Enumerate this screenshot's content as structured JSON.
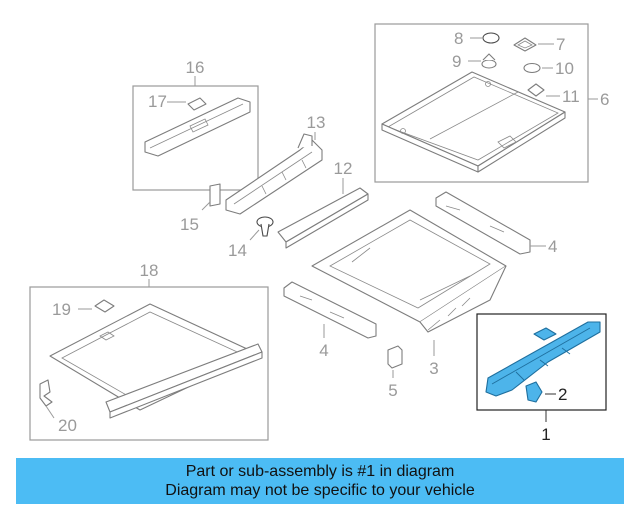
{
  "labels": {
    "p1": "1",
    "p2": "2",
    "p3": "3",
    "p4a": "4",
    "p4b": "4",
    "p5": "5",
    "p6": "6",
    "p7": "7",
    "p8": "8",
    "p9": "9",
    "p10": "10",
    "p11": "11",
    "p12": "12",
    "p13": "13",
    "p14": "14",
    "p15": "15",
    "p16": "16",
    "p17": "17",
    "p18": "18",
    "p19": "19",
    "p20": "20"
  },
  "banner": {
    "line1": "Part or sub-assembly is #1 in diagram",
    "line2": "Diagram may not be specific to your vehicle"
  },
  "colors": {
    "highlight": "#4db4ea",
    "banner": "#4cbcf4"
  }
}
